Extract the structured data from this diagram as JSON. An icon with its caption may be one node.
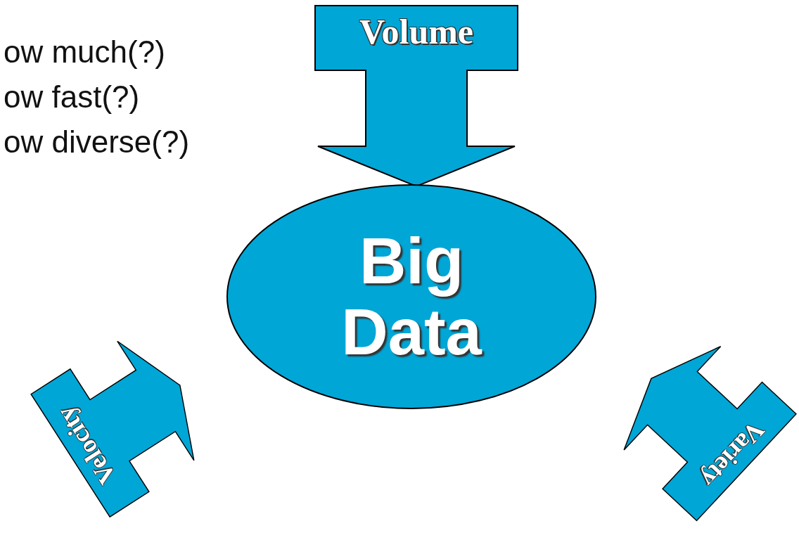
{
  "diagram": {
    "nodes": [
      {
        "text": [
          "Volume"
        ]
      },
      {
        "text": [
          "Big Data"
        ]
      },
      {
        "text": [
          "Velocity"
        ]
      },
      {
        "text": [
          "Variety"
        ]
      }
    ],
    "labels": [
      "ow much(?)",
      "ow fast(?)",
      "ow diverse(?)"
    ]
  }
}
